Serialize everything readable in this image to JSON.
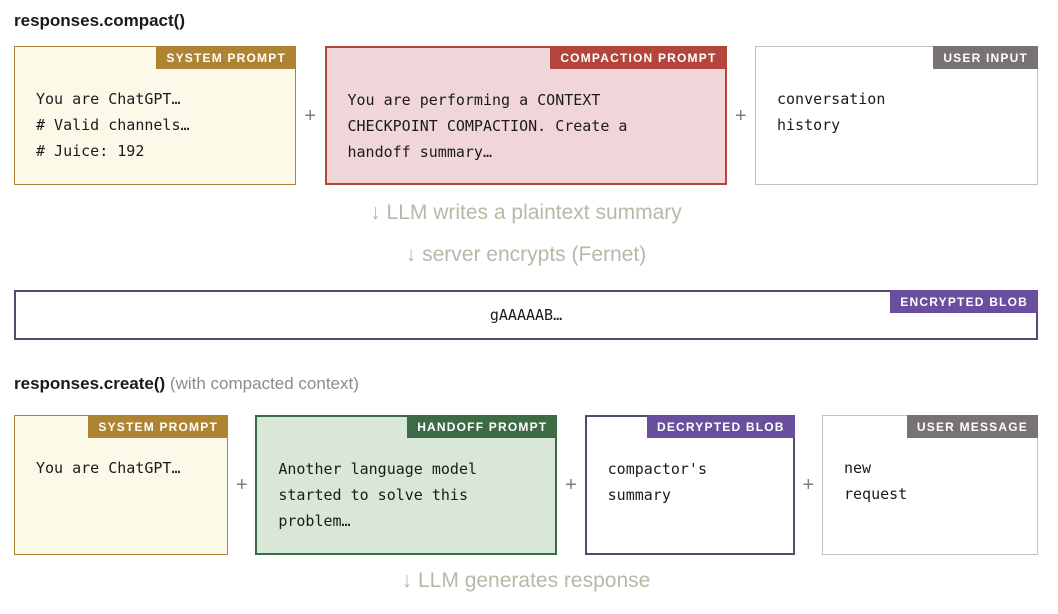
{
  "colors": {
    "gold": "#AE8432",
    "cream": "#FCF9E8",
    "red": "#B3453B",
    "pink": "#F0D5D9",
    "green": "#3C6B45",
    "green_light": "#D9E7D9",
    "purple": "#6A4F9E",
    "purple_dark": "#534A6E",
    "gray_badge": "#787272",
    "gray_border": "#C6C0C0",
    "text": "#1B1B1B",
    "muted": "#8B8B8B",
    "arrow_text": "#BAB7A8",
    "plus": "#7D7D7D"
  },
  "symbols": {
    "plus": "+"
  },
  "compact": {
    "title": "responses.compact()",
    "boxes": {
      "system": {
        "badge": "SYSTEM PROMPT",
        "lines": [
          "You are ChatGPT…",
          "# Valid channels…",
          "# Juice: 192"
        ]
      },
      "compaction": {
        "badge": "COMPACTION PROMPT",
        "lines": [
          "You are performing a CONTEXT",
          "CHECKPOINT COMPACTION. Create a",
          "handoff summary…"
        ]
      },
      "user_input": {
        "badge": "USER INPUT",
        "lines": [
          "conversation",
          "history"
        ]
      }
    }
  },
  "arrows": {
    "writes_summary": "↓ LLM writes a plaintext summary",
    "server_encrypts": "↓ server encrypts (Fernet)",
    "generates_response": "↓ LLM generates response"
  },
  "encrypted_blob": {
    "badge": "ENCRYPTED BLOB",
    "content": "gAAAAAB…"
  },
  "create": {
    "title": "responses.create()",
    "subtitle": "(with compacted context)",
    "boxes": {
      "system": {
        "badge": "SYSTEM PROMPT",
        "lines": [
          "You are ChatGPT…"
        ]
      },
      "handoff": {
        "badge": "HANDOFF PROMPT",
        "lines": [
          "Another language model",
          "started to solve this",
          "problem…"
        ]
      },
      "decrypted": {
        "badge": "DECRYPTED BLOB",
        "lines": [
          "compactor's",
          "summary"
        ]
      },
      "user_message": {
        "badge": "USER MESSAGE",
        "lines": [
          "new",
          "request"
        ]
      }
    }
  }
}
